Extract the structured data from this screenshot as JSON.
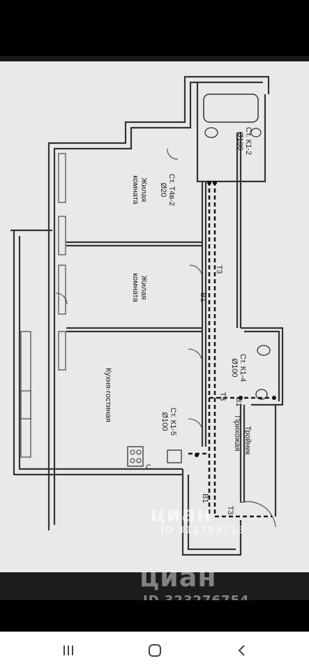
{
  "floorplan": {
    "rooms": {
      "bedroom_1": "Жилая\nкомната",
      "bedroom_2": "Жилая\nкомната",
      "kitchen_living": "Кухня-гостиная",
      "hallway": "Прихожая"
    },
    "risers": {
      "t4v2": "Ст. Т4в-2\nØ20",
      "k1_2": "Ст. К1-2\nØ100",
      "k1_4": "Ст. К1-4\nØ100",
      "k1_5": "Ст. К1-5\nØ100"
    },
    "pipe_labels": {
      "t3_upper": "Т3",
      "v1_upper": "В1",
      "t3_mid": "Т3",
      "v1_mid": "В1",
      "v1_lower": "В1",
      "t3_lower": "Т3"
    },
    "tee_label": "Тройник",
    "small_mark": "C"
  },
  "watermarks": {
    "line1": "циан",
    "line1_id": "ID 311753713",
    "line2": "циан",
    "line2_id": "ID 323276754"
  },
  "navbar": {
    "recent_icon": "recent-apps-icon",
    "home_icon": "home-icon",
    "back_icon": "back-icon"
  },
  "colors": {
    "paper": "#e9e9e7",
    "wall": "#333333",
    "pipe": "#1a1a1a",
    "background": "#000000"
  }
}
